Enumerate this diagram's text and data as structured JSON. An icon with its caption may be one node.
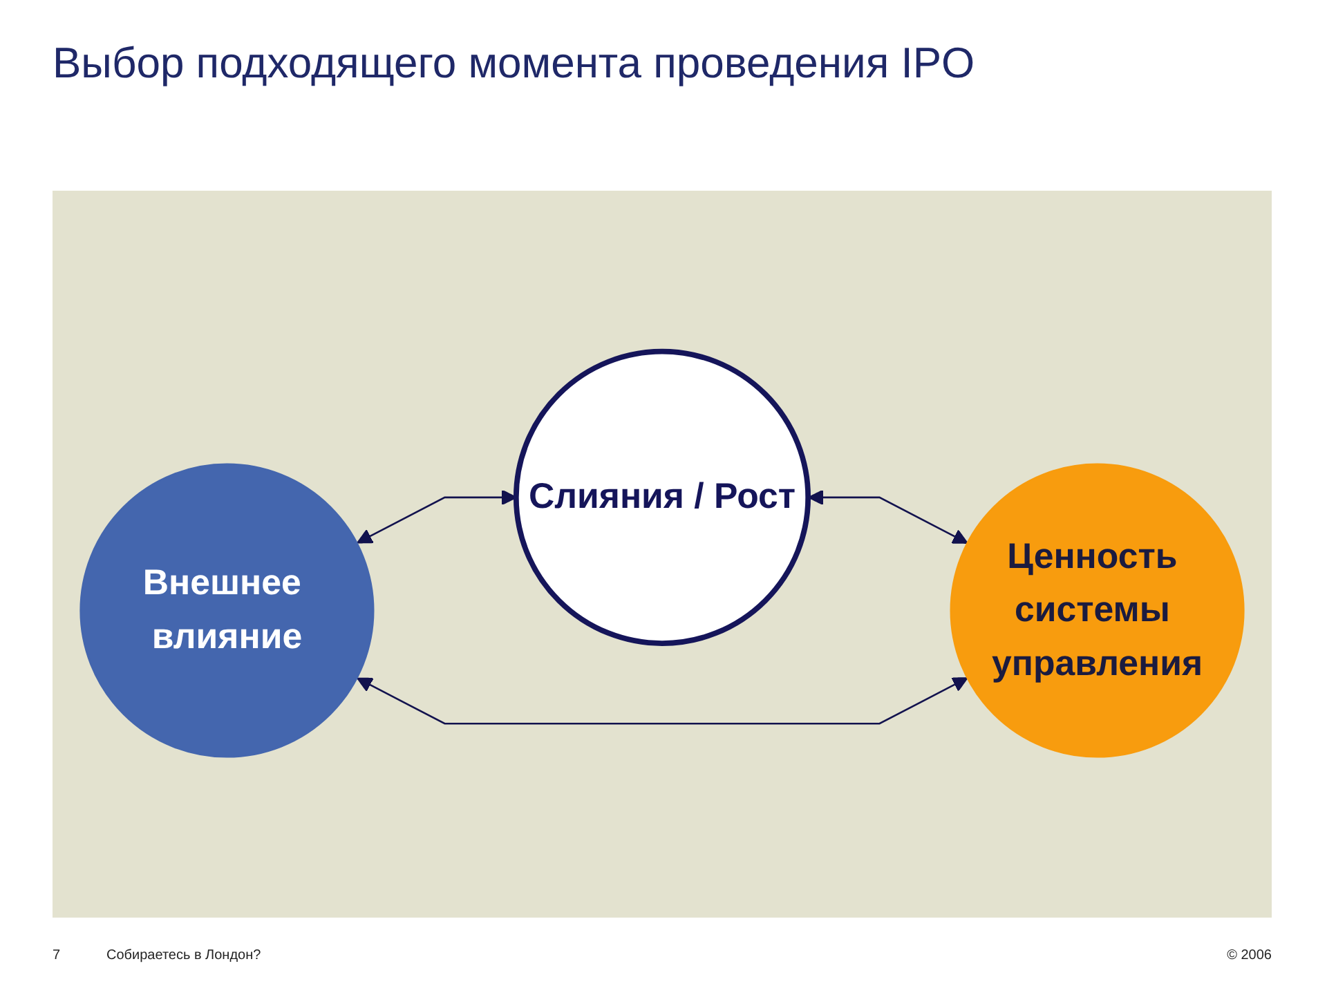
{
  "diagram": {
    "title": "Выбор подходящего момента проведения IPO",
    "nodes": [
      {
        "text": [
          "Слияния / Рост"
        ]
      },
      {
        "text": [
          "Внешнее влияние"
        ]
      },
      {
        "text": [
          "Ценность системы управления"
        ]
      }
    ],
    "edges": [
      {
        "from": 1,
        "to": 0,
        "arrow": "both"
      },
      {
        "from": 0,
        "to": 2,
        "arrow": "both"
      },
      {
        "from": 1,
        "to": 2,
        "arrow": "both"
      }
    ],
    "labels": [
      "7",
      "Собираетесь в Лондон?",
      "© 2006"
    ]
  }
}
